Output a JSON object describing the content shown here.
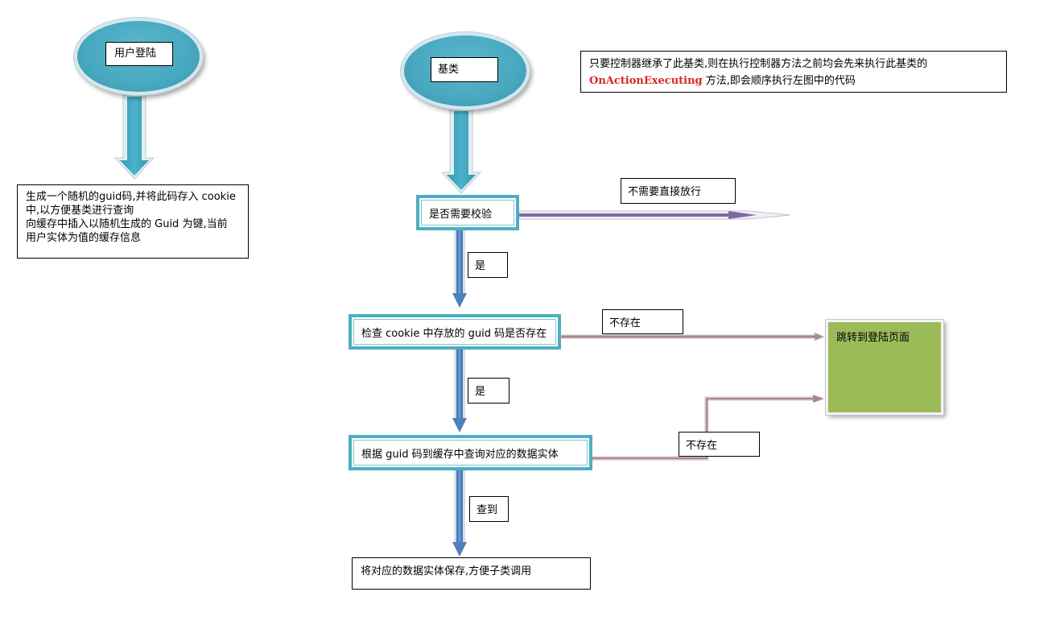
{
  "start_left": {
    "label": "用户登陆"
  },
  "left_box": {
    "lines": [
      "生成一个随机的guid码,并将此码存入 cookie",
      "中,以方便基类进行查询",
      "向缓存中插入以随机生成的 Guid 为键,当前",
      "用户实体为值的缓存信息"
    ]
  },
  "start_center": {
    "label": "基类"
  },
  "note": {
    "line1": "只要控制器继承了此基类,则在执行控制器方法之前均会先来执行此基类的",
    "line2_em": "OnActionExecuting",
    "line2_rest": " 方法,即会顺序执行左图中的代码"
  },
  "steps": {
    "check_need": "是否需要校验",
    "check_cookie": "检查 cookie 中存放的 guid 码是否存在",
    "query_cache": "根据 guid 码到缓存中查询对应的数据实体",
    "save_entity": "将对应的数据实体保存,方便子类调用"
  },
  "tags": {
    "no_need": "不需要直接放行",
    "yes_1": "是",
    "not_exist_1": "不存在",
    "yes_2": "是",
    "not_exist_2": "不存在",
    "found": "查到"
  },
  "redirect": {
    "label": "跳转到登陆页面"
  },
  "colors": {
    "ellipse": "#4aabc3",
    "step_border": "#4eaec0",
    "arrow_blue": "#4f81bd",
    "arrow_cyan": "#4bacc6",
    "redirect_fill": "#9bbb59",
    "note_emphasis": "#d62a1f"
  }
}
